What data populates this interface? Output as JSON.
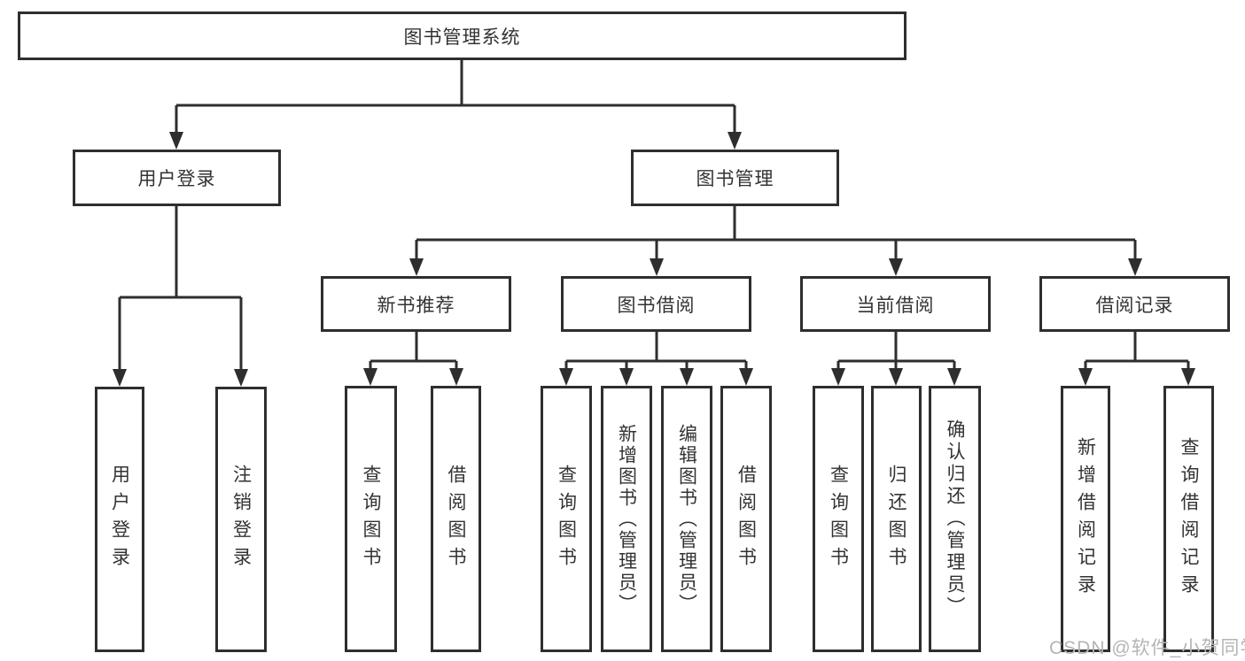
{
  "tree": {
    "root": "图书管理系统",
    "branches": [
      {
        "label": "用户登录",
        "leaves": [
          "用户登录",
          "注销登录"
        ]
      },
      {
        "label": "图书管理",
        "groups": [
          {
            "label": "新书推荐",
            "leaves": [
              "查询图书",
              "借阅图书"
            ]
          },
          {
            "label": "图书借阅",
            "leaves": [
              "查询图书",
              "新增图书（管理员）",
              "编辑图书（管理员）",
              "借阅图书"
            ]
          },
          {
            "label": "当前借阅",
            "leaves": [
              "查询图书",
              "归还图书",
              "确认归还（管理员）"
            ]
          },
          {
            "label": "借阅记录",
            "leaves": [
              "新增借阅记录",
              "查询借阅记录"
            ]
          }
        ]
      }
    ]
  },
  "watermark": {
    "text": "CSDN @软件_小贺同学"
  },
  "colors": {
    "line": "#2e2e2e",
    "text": "#333333",
    "box_fill": "#ffffff",
    "watermark": "#b5b5b5",
    "background": "#ffffff"
  }
}
